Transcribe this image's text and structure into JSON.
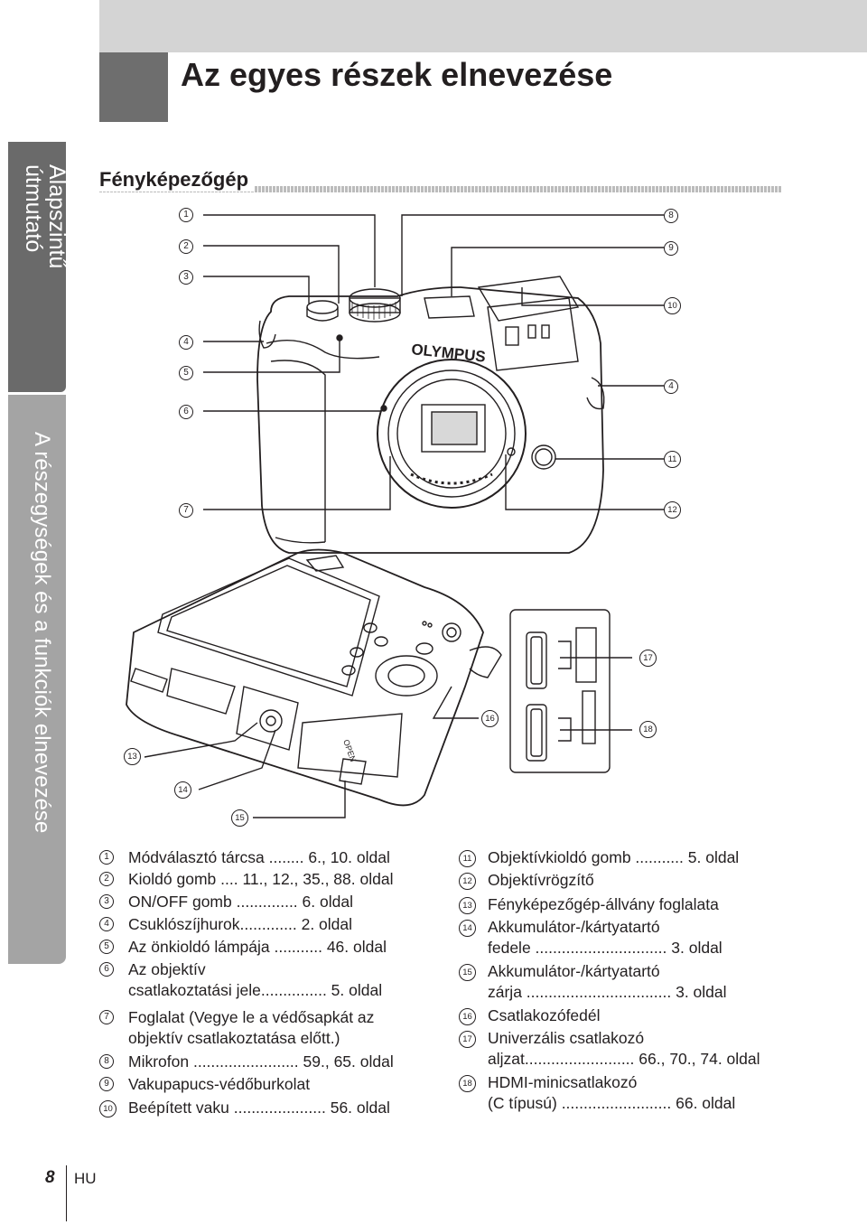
{
  "header": {
    "title": "Az egyes részek elnevezése"
  },
  "side_tabs": {
    "basic": "Alapszintű útmutató",
    "parts": "A részegységek és a funkciók elnevezése"
  },
  "section": {
    "title": "Fényképezőgép"
  },
  "callouts": [
    "1",
    "2",
    "3",
    "4",
    "5",
    "6",
    "7",
    "8",
    "9",
    "10",
    "11",
    "12",
    "13",
    "14",
    "15",
    "16",
    "17",
    "18"
  ],
  "camera_brand": "OLYMPUS",
  "card_door_label": "OPEN",
  "legend_left": [
    {
      "num": "1",
      "lines": [
        "Módválasztó tárcsa ........ 6., 10. oldal"
      ]
    },
    {
      "num": "2",
      "lines": [
        "Kioldó gomb .... 11., 12., 35., 88. oldal"
      ]
    },
    {
      "num": "3",
      "lines": [
        "ON/OFF gomb .............. 6. oldal"
      ]
    },
    {
      "num": "4",
      "lines": [
        "Csuklószíjhurok............. 2. oldal"
      ]
    },
    {
      "num": "5",
      "lines": [
        "Az önkioldó lámpája ........... 46. oldal"
      ]
    },
    {
      "num": "6",
      "lines": [
        "Az objektív",
        "csatlakoztatási jele............... 5. oldal"
      ]
    },
    {
      "num": "7",
      "lines": [
        "Foglalat (Vegye le a védősapkát az",
        "objektív csatlakoztatása előtt.)"
      ]
    },
    {
      "num": "8",
      "lines": [
        "Mikrofon ........................ 59., 65. oldal"
      ]
    },
    {
      "num": "9",
      "lines": [
        "Vakupapucs-védőburkolat"
      ]
    },
    {
      "num": "10",
      "lines": [
        "Beépített vaku ..................... 56. oldal"
      ]
    }
  ],
  "legend_right": [
    {
      "num": "11",
      "lines": [
        "Objektívkioldó gomb ........... 5. oldal"
      ]
    },
    {
      "num": "12",
      "lines": [
        "Objektívrögzítő"
      ]
    },
    {
      "num": "13",
      "lines": [
        "Fényképezőgép-állvány foglalata"
      ]
    },
    {
      "num": "14",
      "lines": [
        "Akkumulátor-/kártyatartó",
        "fedele .............................. 3. oldal"
      ]
    },
    {
      "num": "15",
      "lines": [
        "Akkumulátor-/kártyatartó",
        "zárja ................................. 3. oldal"
      ]
    },
    {
      "num": "16",
      "lines": [
        "Csatlakozófedél"
      ]
    },
    {
      "num": "17",
      "lines": [
        "Univerzális csatlakozó",
        "aljzat......................... 66., 70., 74. oldal"
      ]
    },
    {
      "num": "18",
      "lines": [
        "HDMI-minicsatlakozó",
        "(C típusú) ......................... 66. oldal"
      ]
    }
  ],
  "footer": {
    "page": "8",
    "lang": "HU"
  }
}
